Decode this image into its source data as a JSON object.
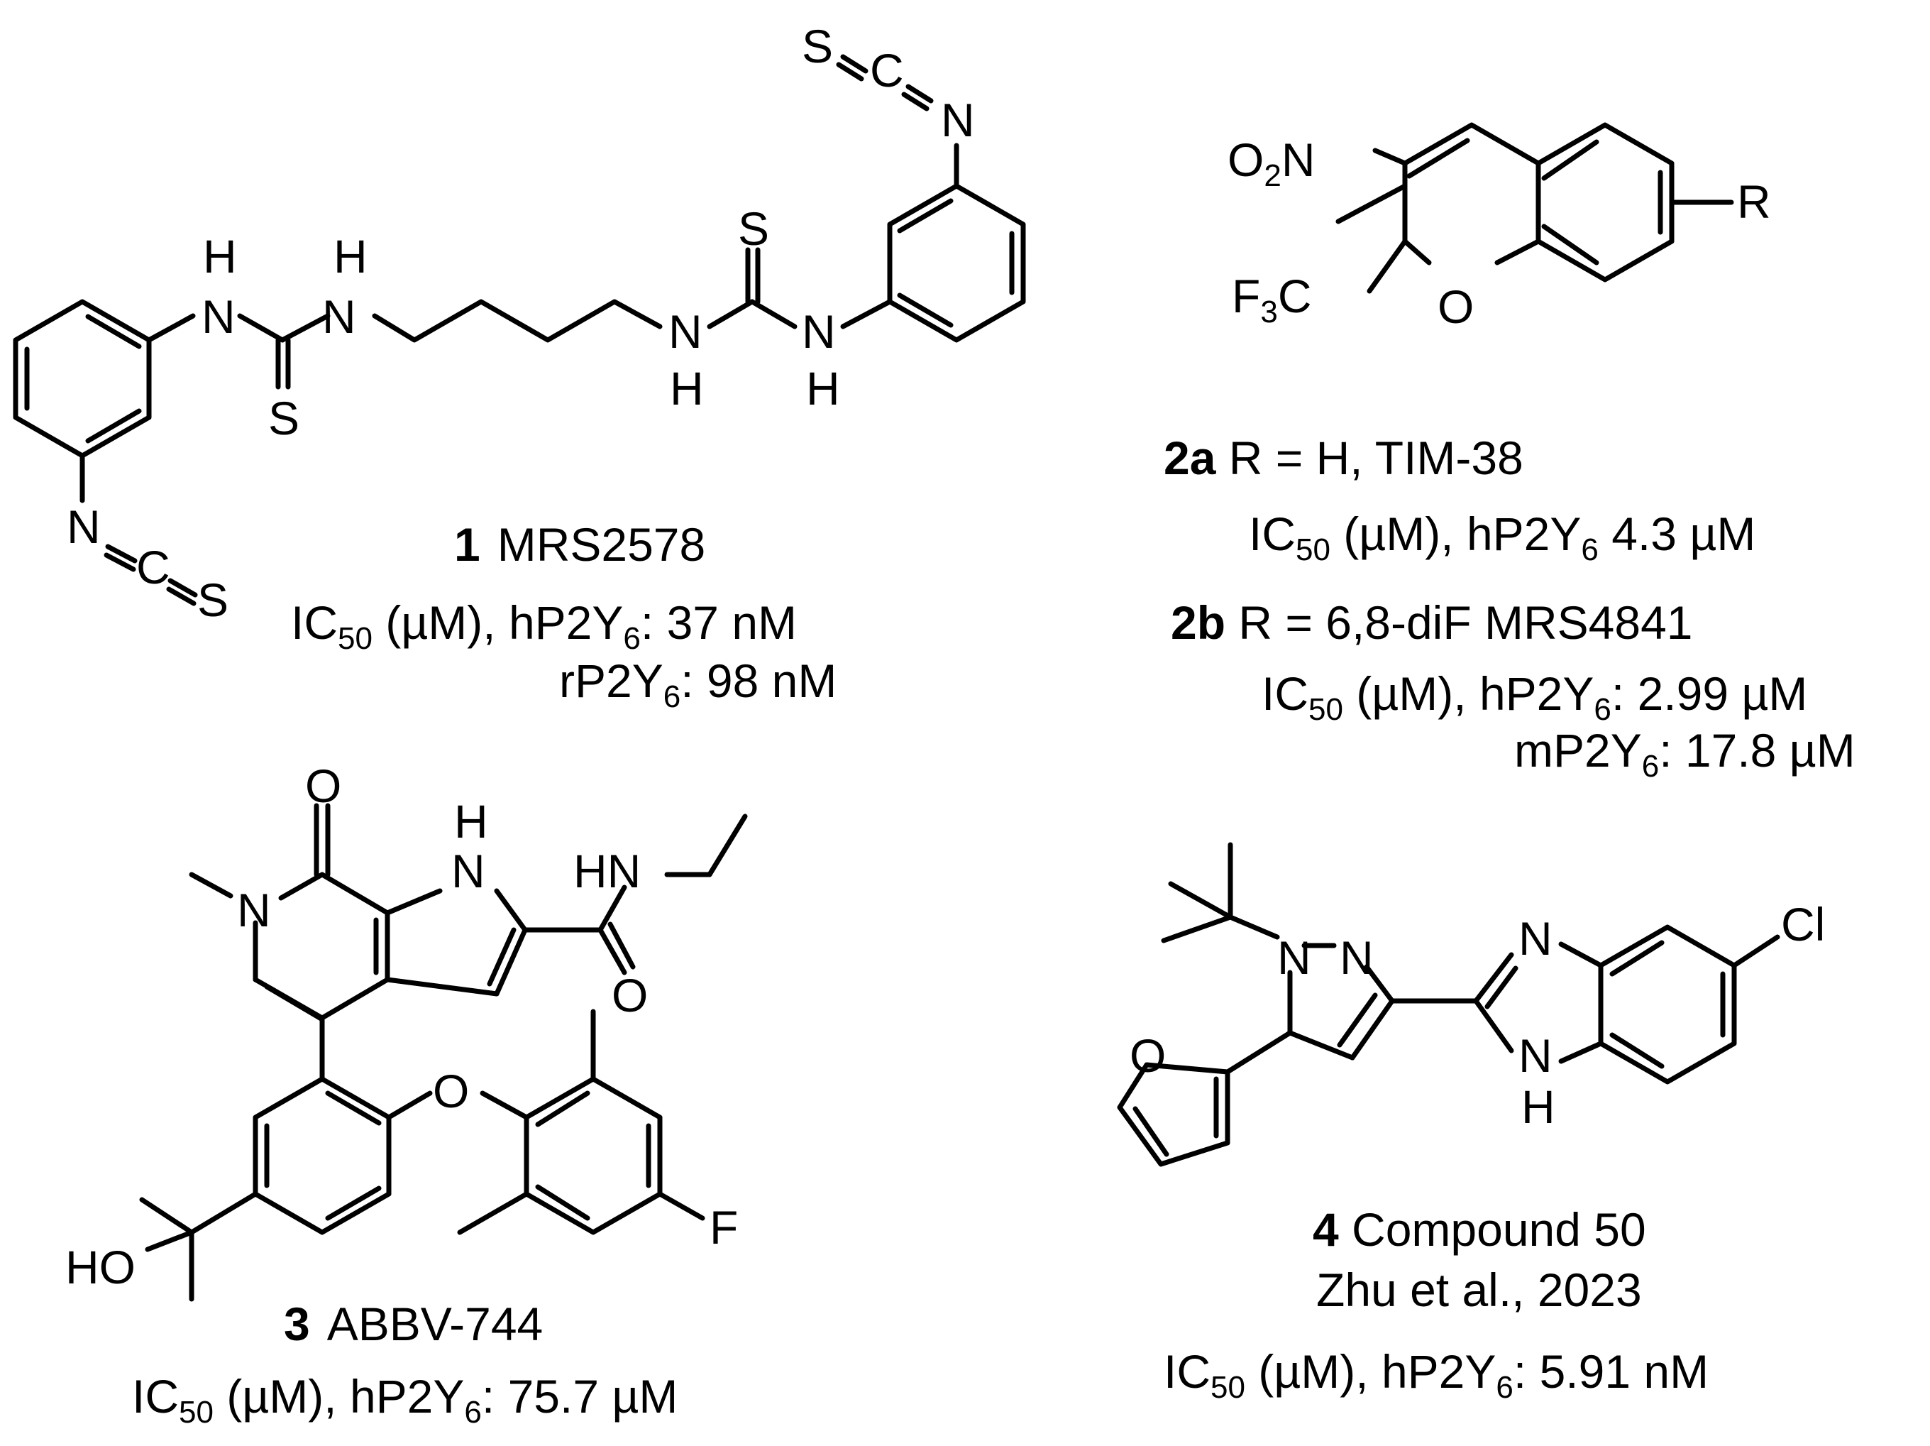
{
  "compound1": {
    "number": "1",
    "name": "MRS2578",
    "atoms": {
      "nh_a": "N",
      "nh_b": "N",
      "nh_c": "N",
      "nh_d": "N",
      "h": "H",
      "s": "S",
      "n": "N",
      "c": "C"
    },
    "assay": {
      "ic": "IC",
      "sub50": "50",
      "unit": " (µM), ",
      "line1_target": "hP2Y",
      "sub6": "6",
      "line1_value": ":  37 nM",
      "line2_target": "rP2Y",
      "line2_value": ":  98 nM"
    }
  },
  "compound2": {
    "atoms": {
      "o2n_o": "O",
      "o2n_sub": "2",
      "o2n_n": "N",
      "f3c_f": "F",
      "f3c_sub": "3",
      "f3c_c": "C",
      "ring_o": "O",
      "r": "R"
    },
    "a": {
      "number": "2a",
      "rest": " R = H,  TIM-38",
      "ic": "IC",
      "sub50": "50",
      "unit": " (µM),  ",
      "target": "hP2Y",
      "sub6": "6",
      "value": " 4.3 µM"
    },
    "b": {
      "number": "2b",
      "rest": " R = 6,8-diF  MRS4841",
      "ic": "IC",
      "sub50": "50",
      "unit": " (µM), ",
      "target": "hP2Y",
      "sub6": "6",
      "value": ":  2.99 µM",
      "target2": "mP2Y",
      "value2": ":  17.8 µM"
    }
  },
  "compound3": {
    "number": "3",
    "name": "ABBV-744",
    "atoms": {
      "o": "O",
      "n": "N",
      "h": "H",
      "hn": "HN",
      "f": "F",
      "ho": "HO"
    },
    "assay": {
      "ic": "IC",
      "sub50": "50",
      "unit": " (µM), ",
      "target": "hP2Y",
      "sub6": "6",
      "value": ":  75.7 µM"
    }
  },
  "compound4": {
    "number": "4",
    "name": " Compound 50",
    "citation": "Zhu et al., 2023",
    "atoms": {
      "n": "N",
      "o": "O",
      "h": "H",
      "cl": "Cl"
    },
    "assay": {
      "ic": "IC",
      "sub50": "50",
      "unit": " (µM), ",
      "target": "hP2Y",
      "sub6": "6",
      "value": ":  5.91 nM"
    }
  }
}
